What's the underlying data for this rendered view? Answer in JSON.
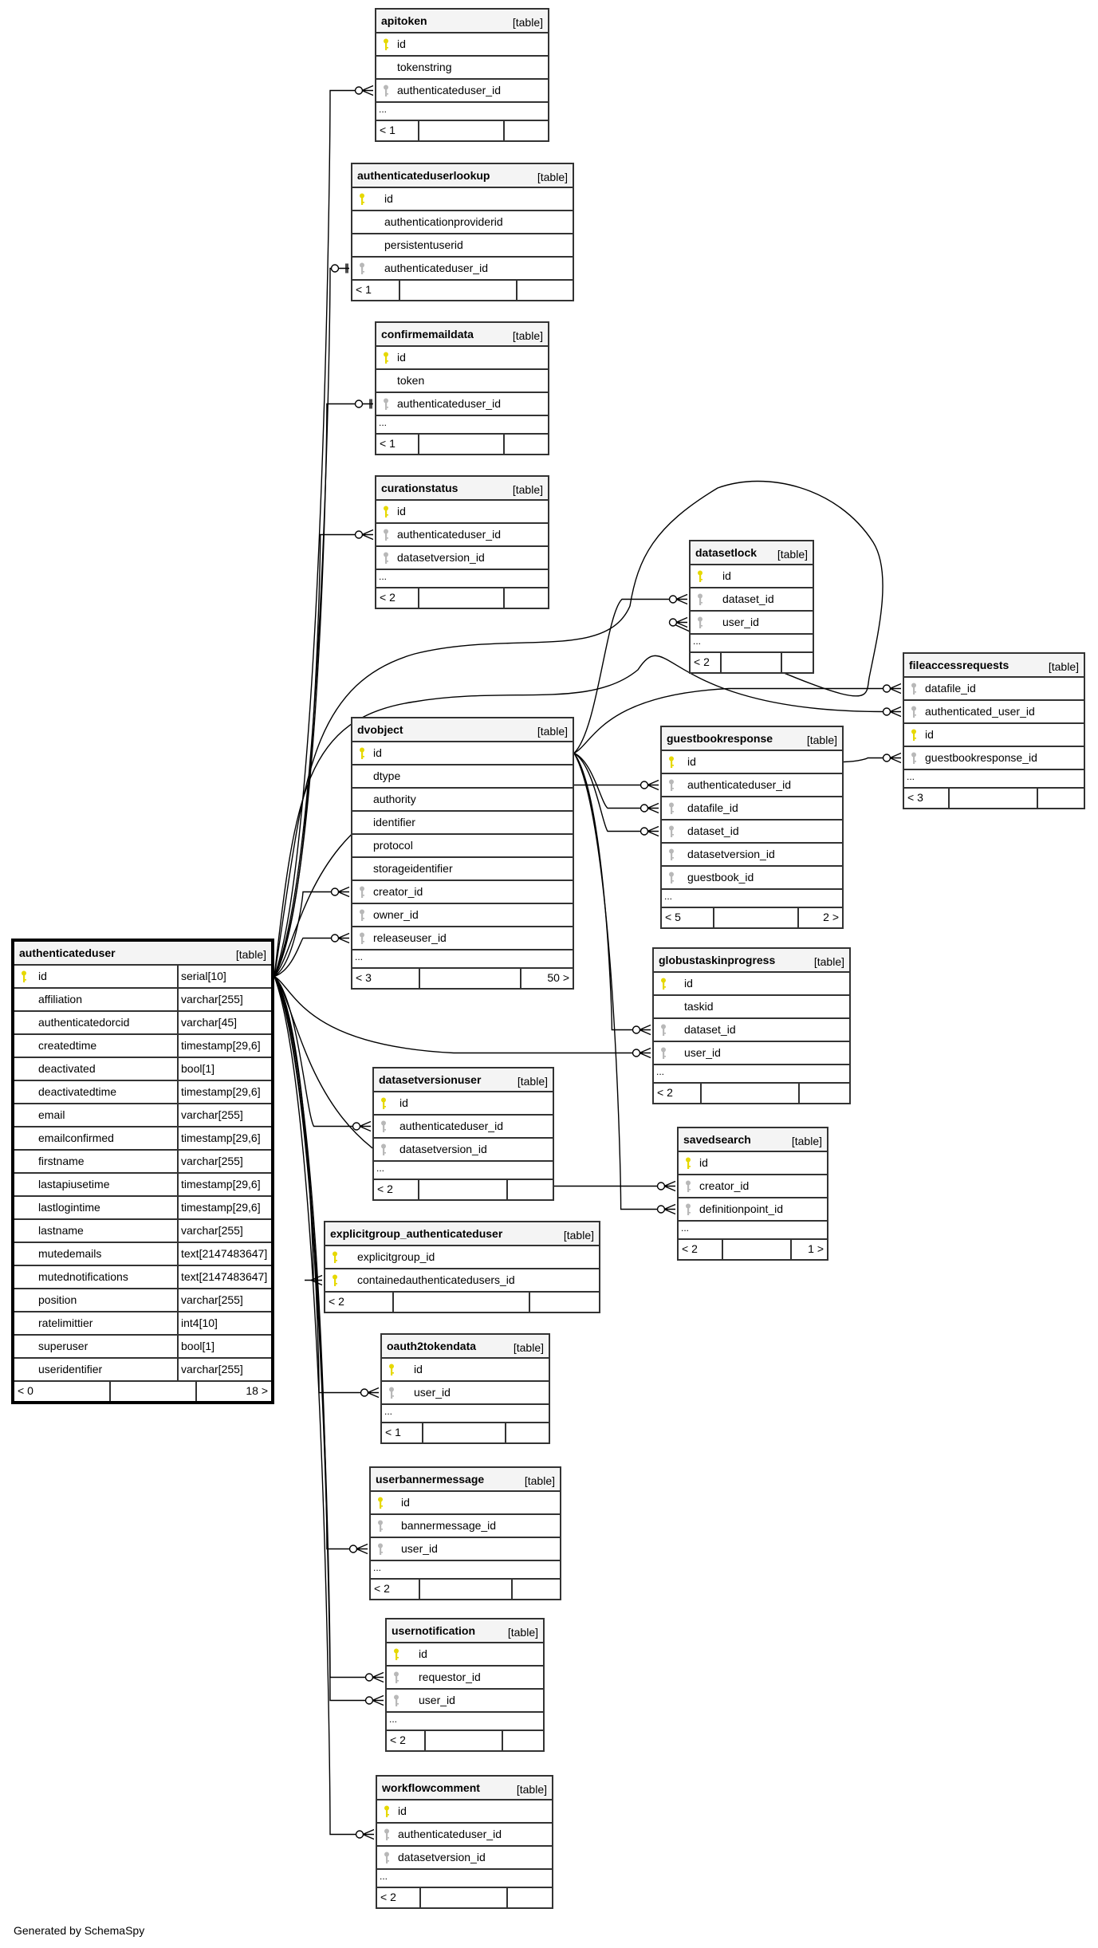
{
  "footer": "Generated by SchemaSpy",
  "key_colors": {
    "primary": "#e6d800",
    "foreign": "#b8b8b8"
  },
  "tables": [
    {
      "id": "apitoken",
      "name": "apitoken",
      "kind": "[table]",
      "columns": [
        {
          "name": "id",
          "key": "primary"
        },
        {
          "name": "tokenstring",
          "key": "none"
        },
        {
          "name": "authenticateduser_id",
          "key": "foreign"
        }
      ],
      "more": "...",
      "footer": [
        "< 1",
        "",
        ""
      ]
    },
    {
      "id": "authenticateduserlookup",
      "name": "authenticateduserlookup",
      "kind": "[table]",
      "columns": [
        {
          "name": "id",
          "key": "primary"
        },
        {
          "name": "authenticationproviderid",
          "key": "none"
        },
        {
          "name": "persistentuserid",
          "key": "none"
        },
        {
          "name": "authenticateduser_id",
          "key": "foreign"
        }
      ],
      "more": null,
      "footer": [
        "< 1",
        "",
        ""
      ]
    },
    {
      "id": "confirmemaildata",
      "name": "confirmemaildata",
      "kind": "[table]",
      "columns": [
        {
          "name": "id",
          "key": "primary"
        },
        {
          "name": "token",
          "key": "none"
        },
        {
          "name": "authenticateduser_id",
          "key": "foreign"
        }
      ],
      "more": "...",
      "footer": [
        "< 1",
        "",
        ""
      ]
    },
    {
      "id": "curationstatus",
      "name": "curationstatus",
      "kind": "[table]",
      "columns": [
        {
          "name": "id",
          "key": "primary"
        },
        {
          "name": "authenticateduser_id",
          "key": "foreign"
        },
        {
          "name": "datasetversion_id",
          "key": "foreign"
        }
      ],
      "more": "...",
      "footer": [
        "< 2",
        "",
        ""
      ]
    },
    {
      "id": "datasetlock",
      "name": "datasetlock",
      "kind": "[table]",
      "columns": [
        {
          "name": "id",
          "key": "primary"
        },
        {
          "name": "dataset_id",
          "key": "foreign"
        },
        {
          "name": "user_id",
          "key": "foreign"
        }
      ],
      "more": "...",
      "footer": [
        "< 2",
        "",
        ""
      ]
    },
    {
      "id": "fileaccessrequests",
      "name": "fileaccessrequests",
      "kind": "[table]",
      "columns": [
        {
          "name": "datafile_id",
          "key": "foreign"
        },
        {
          "name": "authenticated_user_id",
          "key": "foreign"
        },
        {
          "name": "id",
          "key": "primary"
        },
        {
          "name": "guestbookresponse_id",
          "key": "foreign"
        }
      ],
      "more": "...",
      "footer": [
        "< 3",
        "",
        ""
      ]
    },
    {
      "id": "dvobject",
      "name": "dvobject",
      "kind": "[table]",
      "columns": [
        {
          "name": "id",
          "key": "primary"
        },
        {
          "name": "dtype",
          "key": "none"
        },
        {
          "name": "authority",
          "key": "none"
        },
        {
          "name": "identifier",
          "key": "none"
        },
        {
          "name": "protocol",
          "key": "none"
        },
        {
          "name": "storageidentifier",
          "key": "none"
        },
        {
          "name": "creator_id",
          "key": "foreign"
        },
        {
          "name": "owner_id",
          "key": "foreign"
        },
        {
          "name": "releaseuser_id",
          "key": "foreign"
        }
      ],
      "more": "...",
      "footer": [
        "< 3",
        "",
        "50 >"
      ]
    },
    {
      "id": "guestbookresponse",
      "name": "guestbookresponse",
      "kind": "[table]",
      "columns": [
        {
          "name": "id",
          "key": "primary"
        },
        {
          "name": "authenticateduser_id",
          "key": "foreign"
        },
        {
          "name": "datafile_id",
          "key": "foreign"
        },
        {
          "name": "dataset_id",
          "key": "foreign"
        },
        {
          "name": "datasetversion_id",
          "key": "foreign"
        },
        {
          "name": "guestbook_id",
          "key": "foreign"
        }
      ],
      "more": "...",
      "footer": [
        "< 5",
        "",
        "2 >"
      ]
    },
    {
      "id": "globustaskinprogress",
      "name": "globustaskinprogress",
      "kind": "[table]",
      "columns": [
        {
          "name": "id",
          "key": "primary"
        },
        {
          "name": "taskid",
          "key": "none"
        },
        {
          "name": "dataset_id",
          "key": "foreign"
        },
        {
          "name": "user_id",
          "key": "foreign"
        }
      ],
      "more": "...",
      "footer": [
        "< 2",
        "",
        ""
      ]
    },
    {
      "id": "savedsearch",
      "name": "savedsearch",
      "kind": "[table]",
      "columns": [
        {
          "name": "id",
          "key": "primary"
        },
        {
          "name": "creator_id",
          "key": "foreign"
        },
        {
          "name": "definitionpoint_id",
          "key": "foreign"
        }
      ],
      "more": "...",
      "footer": [
        "< 2",
        "",
        "1 >"
      ]
    },
    {
      "id": "authenticateduser",
      "name": "authenticateduser",
      "kind": "[table]",
      "main": true,
      "columns": [
        {
          "name": "id",
          "type": "serial[10]",
          "key": "primary"
        },
        {
          "name": "affiliation",
          "type": "varchar[255]",
          "key": "none"
        },
        {
          "name": "authenticatedorcid",
          "type": "varchar[45]",
          "key": "none"
        },
        {
          "name": "createdtime",
          "type": "timestamp[29,6]",
          "key": "none"
        },
        {
          "name": "deactivated",
          "type": "bool[1]",
          "key": "none"
        },
        {
          "name": "deactivatedtime",
          "type": "timestamp[29,6]",
          "key": "none"
        },
        {
          "name": "email",
          "type": "varchar[255]",
          "key": "none"
        },
        {
          "name": "emailconfirmed",
          "type": "timestamp[29,6]",
          "key": "none"
        },
        {
          "name": "firstname",
          "type": "varchar[255]",
          "key": "none"
        },
        {
          "name": "lastapiusetime",
          "type": "timestamp[29,6]",
          "key": "none"
        },
        {
          "name": "lastlogintime",
          "type": "timestamp[29,6]",
          "key": "none"
        },
        {
          "name": "lastname",
          "type": "varchar[255]",
          "key": "none"
        },
        {
          "name": "mutedemails",
          "type": "text[2147483647]",
          "key": "none"
        },
        {
          "name": "mutednotifications",
          "type": "text[2147483647]",
          "key": "none"
        },
        {
          "name": "position",
          "type": "varchar[255]",
          "key": "none"
        },
        {
          "name": "ratelimittier",
          "type": "int4[10]",
          "key": "none"
        },
        {
          "name": "superuser",
          "type": "bool[1]",
          "key": "none"
        },
        {
          "name": "useridentifier",
          "type": "varchar[255]",
          "key": "none"
        }
      ],
      "more": null,
      "footer": [
        "< 0",
        "",
        "18 >"
      ]
    },
    {
      "id": "datasetversionuser",
      "name": "datasetversionuser",
      "kind": "[table]",
      "columns": [
        {
          "name": "id",
          "key": "primary"
        },
        {
          "name": "authenticateduser_id",
          "key": "foreign"
        },
        {
          "name": "datasetversion_id",
          "key": "foreign"
        }
      ],
      "more": "...",
      "footer": [
        "< 2",
        "",
        ""
      ]
    },
    {
      "id": "explicitgroup_authenticateduser",
      "name": "explicitgroup_authenticateduser",
      "kind": "[table]",
      "columns": [
        {
          "name": "explicitgroup_id",
          "key": "primary"
        },
        {
          "name": "containedauthenticatedusers_id",
          "key": "primary"
        }
      ],
      "more": null,
      "footer": [
        "< 2",
        "",
        ""
      ]
    },
    {
      "id": "oauth2tokendata",
      "name": "oauth2tokendata",
      "kind": "[table]",
      "columns": [
        {
          "name": "id",
          "key": "primary"
        },
        {
          "name": "user_id",
          "key": "foreign"
        }
      ],
      "more": "...",
      "footer": [
        "< 1",
        "",
        ""
      ]
    },
    {
      "id": "userbannermessage",
      "name": "userbannermessage",
      "kind": "[table]",
      "columns": [
        {
          "name": "id",
          "key": "primary"
        },
        {
          "name": "bannermessage_id",
          "key": "foreign"
        },
        {
          "name": "user_id",
          "key": "foreign"
        }
      ],
      "more": "...",
      "footer": [
        "< 2",
        "",
        ""
      ]
    },
    {
      "id": "usernotification",
      "name": "usernotification",
      "kind": "[table]",
      "columns": [
        {
          "name": "id",
          "key": "primary"
        },
        {
          "name": "requestor_id",
          "key": "foreign"
        },
        {
          "name": "user_id",
          "key": "foreign"
        }
      ],
      "more": "...",
      "footer": [
        "< 2",
        "",
        ""
      ]
    },
    {
      "id": "workflowcomment",
      "name": "workflowcomment",
      "kind": "[table]",
      "columns": [
        {
          "name": "id",
          "key": "primary"
        },
        {
          "name": "authenticateduser_id",
          "key": "foreign"
        },
        {
          "name": "datasetversion_id",
          "key": "foreign"
        }
      ],
      "more": "...",
      "footer": [
        "< 2",
        "",
        ""
      ]
    }
  ],
  "relationships": [
    {
      "from": "authenticateduser.id",
      "to": "apitoken.authenticateduser_id",
      "cardinality": "zero-or-many"
    },
    {
      "from": "authenticateduser.id",
      "to": "authenticateduserlookup.authenticateduser_id",
      "cardinality": "zero-or-one"
    },
    {
      "from": "authenticateduser.id",
      "to": "confirmemaildata.authenticateduser_id",
      "cardinality": "zero-or-one"
    },
    {
      "from": "authenticateduser.id",
      "to": "curationstatus.authenticateduser_id",
      "cardinality": "zero-or-many"
    },
    {
      "from": "authenticateduser.id",
      "to": "datasetlock.user_id",
      "cardinality": "zero-or-many"
    },
    {
      "from": "authenticateduser.id",
      "to": "fileaccessrequests.authenticated_user_id",
      "cardinality": "zero-or-many"
    },
    {
      "from": "authenticateduser.id",
      "to": "dvobject.creator_id",
      "cardinality": "zero-or-many"
    },
    {
      "from": "authenticateduser.id",
      "to": "dvobject.releaseuser_id",
      "cardinality": "zero-or-many"
    },
    {
      "from": "authenticateduser.id",
      "to": "guestbookresponse.authenticateduser_id",
      "cardinality": "zero-or-many"
    },
    {
      "from": "authenticateduser.id",
      "to": "globustaskinprogress.user_id",
      "cardinality": "zero-or-many"
    },
    {
      "from": "authenticateduser.id",
      "to": "savedsearch.creator_id",
      "cardinality": "zero-or-many"
    },
    {
      "from": "authenticateduser.id",
      "to": "datasetversionuser.authenticateduser_id",
      "cardinality": "zero-or-many"
    },
    {
      "from": "authenticateduser.id",
      "to": "explicitgroup_authenticateduser.containedauthenticatedusers_id",
      "cardinality": "one-or-many"
    },
    {
      "from": "authenticateduser.id",
      "to": "oauth2tokendata.user_id",
      "cardinality": "zero-or-many"
    },
    {
      "from": "authenticateduser.id",
      "to": "userbannermessage.user_id",
      "cardinality": "zero-or-many"
    },
    {
      "from": "authenticateduser.id",
      "to": "usernotification.requestor_id",
      "cardinality": "zero-or-many"
    },
    {
      "from": "authenticateduser.id",
      "to": "usernotification.user_id",
      "cardinality": "zero-or-many"
    },
    {
      "from": "authenticateduser.id",
      "to": "workflowcomment.authenticateduser_id",
      "cardinality": "zero-or-many"
    },
    {
      "from": "dvobject.id",
      "to": "datasetlock.dataset_id",
      "cardinality": "zero-or-many"
    },
    {
      "from": "dvobject.id",
      "to": "fileaccessrequests.datafile_id",
      "cardinality": "zero-or-many"
    },
    {
      "from": "dvobject.id",
      "to": "guestbookresponse.datafile_id",
      "cardinality": "zero-or-many"
    },
    {
      "from": "dvobject.id",
      "to": "guestbookresponse.dataset_id",
      "cardinality": "zero-or-many"
    },
    {
      "from": "dvobject.id",
      "to": "globustaskinprogress.dataset_id",
      "cardinality": "zero-or-many"
    },
    {
      "from": "dvobject.id",
      "to": "savedsearch.definitionpoint_id",
      "cardinality": "zero-or-many"
    },
    {
      "from": "guestbookresponse.id",
      "to": "fileaccessrequests.guestbookresponse_id",
      "cardinality": "zero-or-many"
    }
  ]
}
